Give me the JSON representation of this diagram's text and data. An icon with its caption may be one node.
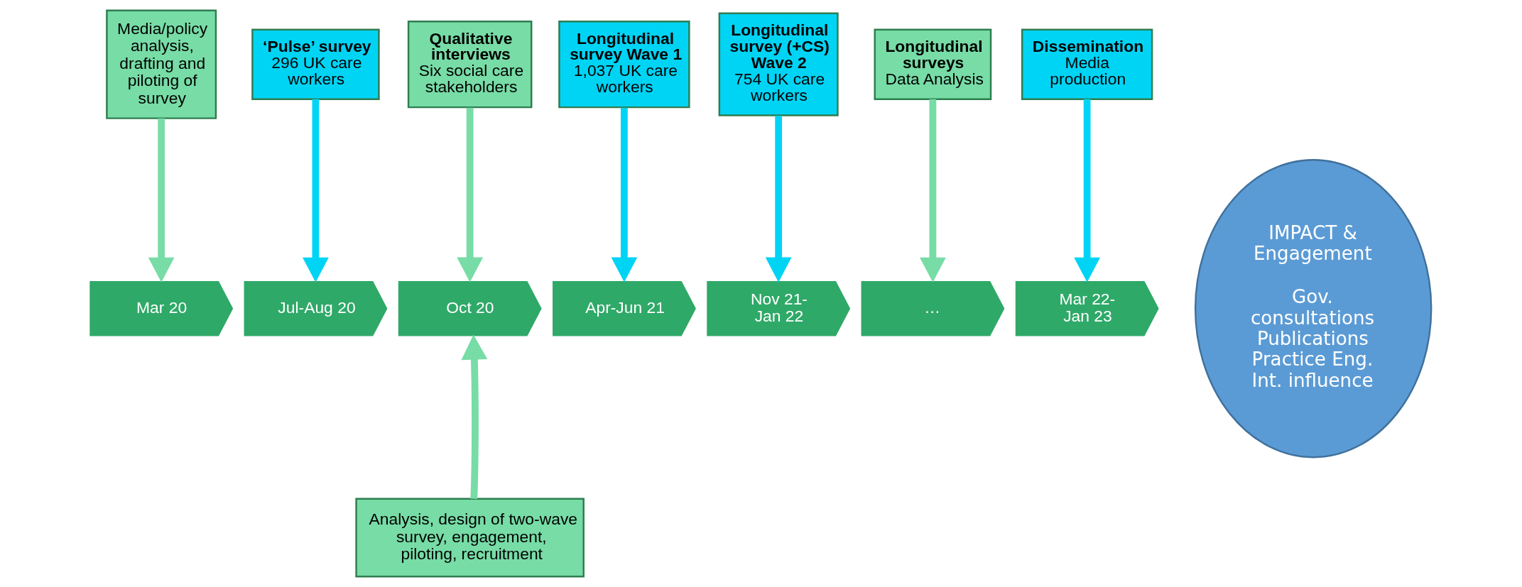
{
  "diagram": {
    "nodes": [
      {
        "text": [
          "Media/policy analysis, drafting and piloting of survey"
        ]
      },
      {
        "text": [
          "‘Pulse’ survey",
          "296 UK care workers"
        ]
      },
      {
        "text": [
          "Qualitative interviews",
          "Six social care stakeholders"
        ]
      },
      {
        "text": [
          "Longitudinal survey Wave 1",
          "1,037 UK care workers"
        ]
      },
      {
        "text": [
          "Longitudinal survey (+CS) Wave 2",
          "754 UK care workers"
        ]
      },
      {
        "text": [
          "Longitudinal surveys",
          "Data Analysis"
        ]
      },
      {
        "text": [
          "Dissemination",
          "Media production"
        ]
      },
      {
        "text": [
          "Mar 20"
        ]
      },
      {
        "text": [
          "Jul-Aug 20"
        ]
      },
      {
        "text": [
          "Oct 20"
        ]
      },
      {
        "text": [
          "Apr-Jun 21"
        ]
      },
      {
        "text": [
          "Nov 21- Jan 22"
        ]
      },
      {
        "text": [
          "…"
        ]
      },
      {
        "text": [
          "Mar 22- Jan 23"
        ]
      },
      {
        "text": [
          "Analysis, design of two-wave survey, engagement, piloting, recruitment"
        ]
      },
      {
        "text": [
          "IMPACT & Engagement",
          "Gov. consultations Publications Practice Eng. Int. influence"
        ]
      }
    ],
    "edges": [
      {
        "from": 0,
        "to": 7,
        "arrow": "to"
      },
      {
        "from": 1,
        "to": 8,
        "arrow": "to",
        "color": "#00d4f5"
      },
      {
        "from": 2,
        "to": 9,
        "arrow": "to"
      },
      {
        "from": 3,
        "to": 10,
        "arrow": "to",
        "color": "#00d4f5"
      },
      {
        "from": 4,
        "to": 11,
        "arrow": "to",
        "color": "#00d4f5"
      },
      {
        "from": 5,
        "to": 12,
        "arrow": "to"
      },
      {
        "from": 6,
        "to": 13,
        "arrow": "to",
        "color": "#00d4f5"
      },
      {
        "from": 14,
        "to": 9,
        "arrow": "to"
      }
    ]
  }
}
